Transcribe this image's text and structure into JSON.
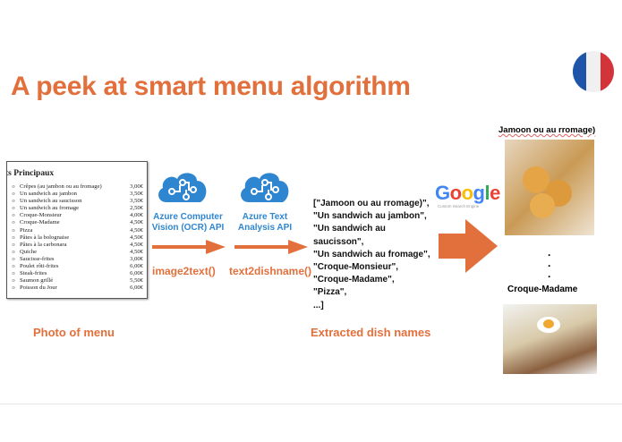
{
  "title": "A peek at smart menu algorithm",
  "flag": {
    "icon": "france-flag-icon",
    "colors": [
      "#1e55a8",
      "#f0f0f0",
      "#d3343a"
    ]
  },
  "menu": {
    "heading": "ts Principaux",
    "items": [
      {
        "name": "Crêpes (au jambon ou au fromage)",
        "price": "3,00€"
      },
      {
        "name": "Un sandwich au jambon",
        "price": "3,50€"
      },
      {
        "name": "Un sandwich au saucisson",
        "price": "3,50€"
      },
      {
        "name": "Un sandwich au fromage",
        "price": "2,50€"
      },
      {
        "name": "Croque-Monsieur",
        "price": "4,00€"
      },
      {
        "name": "Croque-Madame",
        "price": "4,50€"
      },
      {
        "name": "Pizza",
        "price": "4,50€"
      },
      {
        "name": "Pâtes à la bolognaise",
        "price": "4,50€"
      },
      {
        "name": "Pâtes à la carbonara",
        "price": "4,50€"
      },
      {
        "name": "Quiche",
        "price": "4,50€"
      },
      {
        "name": "Saucisse-frites",
        "price": "3,00€"
      },
      {
        "name": "Poulet rôti-frites",
        "price": "6,00€"
      },
      {
        "name": "Steak-frites",
        "price": "6,00€"
      },
      {
        "name": "Saumon grillé",
        "price": "5,50€"
      },
      {
        "name": "Poisson du Jour",
        "price": "6,00€"
      }
    ],
    "caption": "Photo of menu"
  },
  "step1": {
    "api": "Azure Computer Vision (OCR) API",
    "api_line1": "Azure Computer",
    "api_line2": "Vision (OCR) API",
    "function": "image2text()"
  },
  "step2": {
    "api_line1": "Azure Text",
    "api_line2": "Analysis API",
    "function": "text2dishname()"
  },
  "extracted": {
    "lines": [
      "[\"Jamoon ou au rromage)\",",
      "\"Un sandwich au jambon\",",
      "\"Un sandwich au",
      "saucisson\",",
      "\"Un sandwich au fromage\",",
      "\"Croque-Monsieur\",",
      "\"Croque-Madame\",",
      "\"Pizza\",",
      "...]"
    ],
    "caption": "Extracted dish names"
  },
  "google": {
    "logo": "Google",
    "sub": "Custom Search Engine"
  },
  "results": {
    "first": "Jamoon ou au rromage)",
    "dots": ".",
    "last": "Croque-Madame"
  },
  "colors": {
    "accent": "#e2703c",
    "azure": "#2f86d0"
  }
}
